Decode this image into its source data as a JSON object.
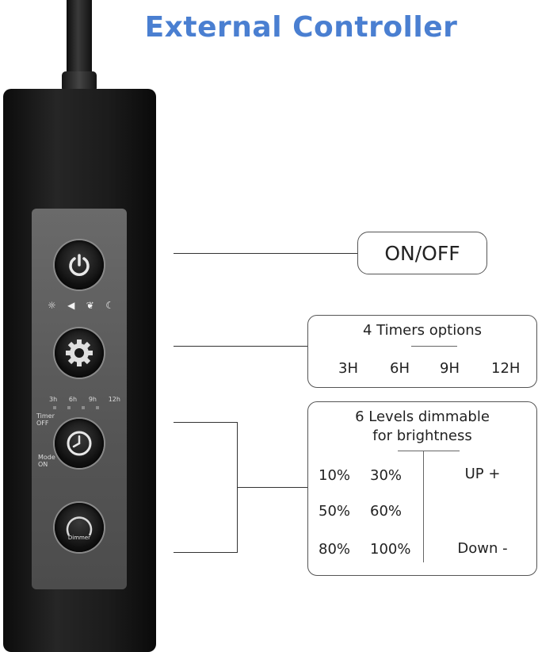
{
  "title": "External Controller",
  "controller": {
    "mode_icons": [
      "☼",
      "◀",
      "❦",
      "☾"
    ],
    "timer_hours": [
      "3h",
      "6h",
      "9h",
      "12h"
    ],
    "timer_off_label": "Timer OFF",
    "mode_on_label": "Mode ON",
    "dimmer_label": "Dimmer"
  },
  "callouts": {
    "onoff": {
      "label": "ON/OFF"
    },
    "timers": {
      "title": "4 Timers options",
      "options": [
        "3H",
        "6H",
        "9H",
        "12H"
      ]
    },
    "dimmable": {
      "title_line1": "6 Levels dimmable",
      "title_line2": "for brightness",
      "levels": [
        "10%",
        "30%",
        "50%",
        "60%",
        "80%",
        "100%"
      ],
      "up_label": "UP +",
      "down_label": "Down -"
    }
  }
}
